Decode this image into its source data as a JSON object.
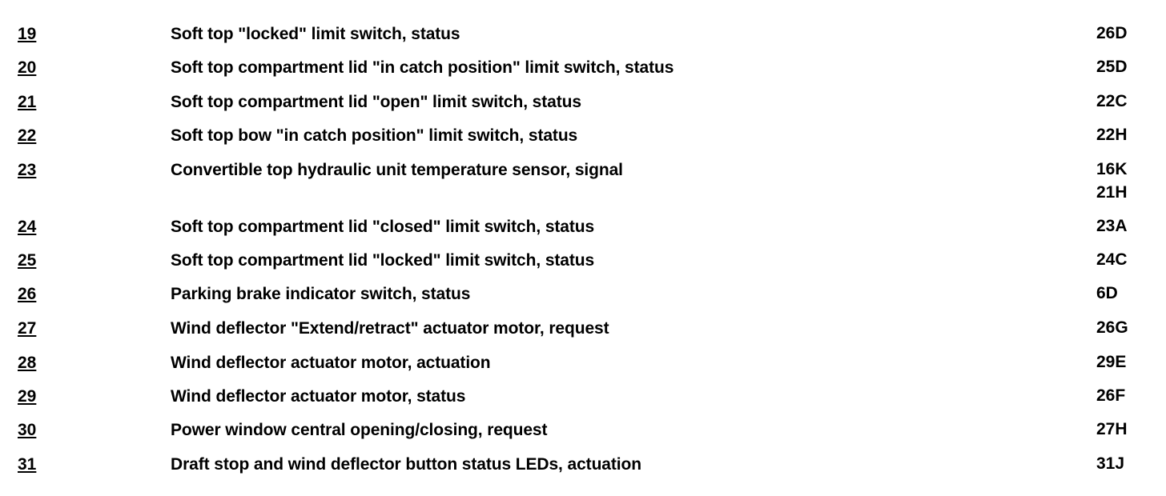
{
  "rows": [
    {
      "number": "19",
      "description": "Soft top \"locked\" limit switch, status",
      "refs": [
        "26D"
      ]
    },
    {
      "number": "20",
      "description": "Soft top compartment lid \"in catch position\" limit switch, status",
      "refs": [
        "25D"
      ]
    },
    {
      "number": "21",
      "description": "Soft top compartment lid \"open\" limit switch, status",
      "refs": [
        "22C"
      ]
    },
    {
      "number": "22",
      "description": "Soft top bow \"in catch position\" limit switch, status",
      "refs": [
        "22H"
      ]
    },
    {
      "number": "23",
      "description": "Convertible top hydraulic unit temperature sensor, signal",
      "refs": [
        "16K",
        "21H"
      ]
    },
    {
      "number": "24",
      "description": "Soft top compartment lid \"closed\" limit switch, status",
      "refs": [
        "23A"
      ]
    },
    {
      "number": "25",
      "description": "Soft top compartment lid \"locked\" limit switch, status",
      "refs": [
        "24C"
      ]
    },
    {
      "number": "26",
      "description": "Parking brake indicator switch, status",
      "refs": [
        "6D"
      ]
    },
    {
      "number": "27",
      "description": "Wind deflector \"Extend/retract\" actuator motor, request",
      "refs": [
        "26G"
      ]
    },
    {
      "number": "28",
      "description": "Wind deflector actuator motor, actuation",
      "refs": [
        "29E"
      ]
    },
    {
      "number": "29",
      "description": "Wind deflector actuator motor, status",
      "refs": [
        "26F"
      ]
    },
    {
      "number": "30",
      "description": "Power window central opening/closing, request",
      "refs": [
        "27H"
      ]
    },
    {
      "number": "31",
      "description": "Draft stop and wind deflector button status LEDs, actuation",
      "refs": [
        "31J"
      ]
    }
  ]
}
